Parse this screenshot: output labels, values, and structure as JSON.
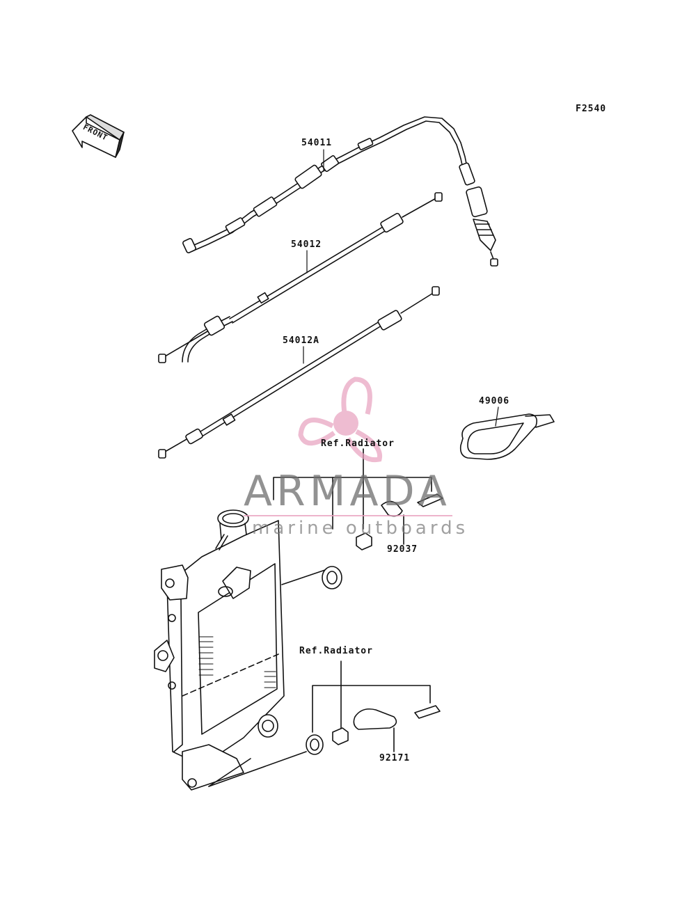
{
  "figure_code": "F2540",
  "front_label": "FRONT",
  "parts": {
    "p54011": "54011",
    "p54012": "54012",
    "p54012a": "54012A",
    "p49006": "49006",
    "p92037": "92037",
    "p92171": "92171"
  },
  "refs": {
    "radiator_top": "Ref.Radiator",
    "radiator_bottom": "Ref.Radiator"
  },
  "watermark": {
    "title": "ARMADA",
    "subtitle": "marine outboards",
    "logo_color": "#e8a0be"
  }
}
